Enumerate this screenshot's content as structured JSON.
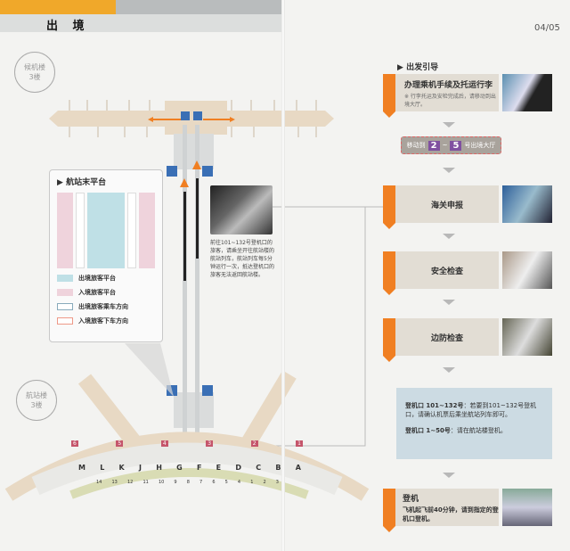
{
  "header": {
    "title": "出 境",
    "page_number": "04/05"
  },
  "map": {
    "satellite_label": [
      "候机楼",
      "3楼"
    ],
    "terminal_label": [
      "航站楼",
      "3楼"
    ],
    "platform_box": {
      "title": "航站末平台",
      "legend": [
        "出境旅客平台",
        "入境旅客平台",
        "出境旅客乘车方向",
        "入境旅客下车方向"
      ]
    },
    "train_caption": "前往101~132号登机口的旅客，请乘坐开往航站楼的航站列车，航站列车每5分钟运行一次，抵达登机口的旅客无法返回航站楼。",
    "checkin_rows": [
      "M",
      "L",
      "K",
      "J",
      "H",
      "G",
      "F",
      "E",
      "D",
      "C",
      "B",
      "A"
    ],
    "zone_markers": [
      "6",
      "5",
      "4",
      "3",
      "2",
      "1"
    ],
    "gate_numbers": [
      "14",
      "13",
      "12",
      "11",
      "10",
      "9",
      "8",
      "7",
      "6",
      "5",
      "4",
      "1",
      "2",
      "3"
    ]
  },
  "flow": {
    "heading": "出发引导",
    "steps": [
      {
        "title": "办理乘机手续及托运行李",
        "note": "※ 行李托运及安检完成后，请移动到出境大厅。"
      },
      {
        "title": "海关申报"
      },
      {
        "title": "安全检查"
      },
      {
        "title": "边防检查"
      },
      {
        "title": "登机",
        "note": "飞机起飞前40分钟，请到指定的登机口登机。"
      }
    ],
    "move": {
      "prefix": "移动到",
      "from": "2",
      "sep": "~",
      "to": "5",
      "suffix": "号出境大厅"
    },
    "gates": {
      "line1_label": "登机口 101~132号",
      "line1_text": "：若要到101~132号登机口，请确认机票后乘坐航站列车即可。",
      "line2_label": "登机口 1~50号",
      "line2_text": "：请在航站楼登机。"
    }
  },
  "colors": {
    "orange": "#f07f22",
    "departure": "#bfe0e6",
    "arrival": "#efd3dc",
    "concourse": "#e8d9c4"
  }
}
